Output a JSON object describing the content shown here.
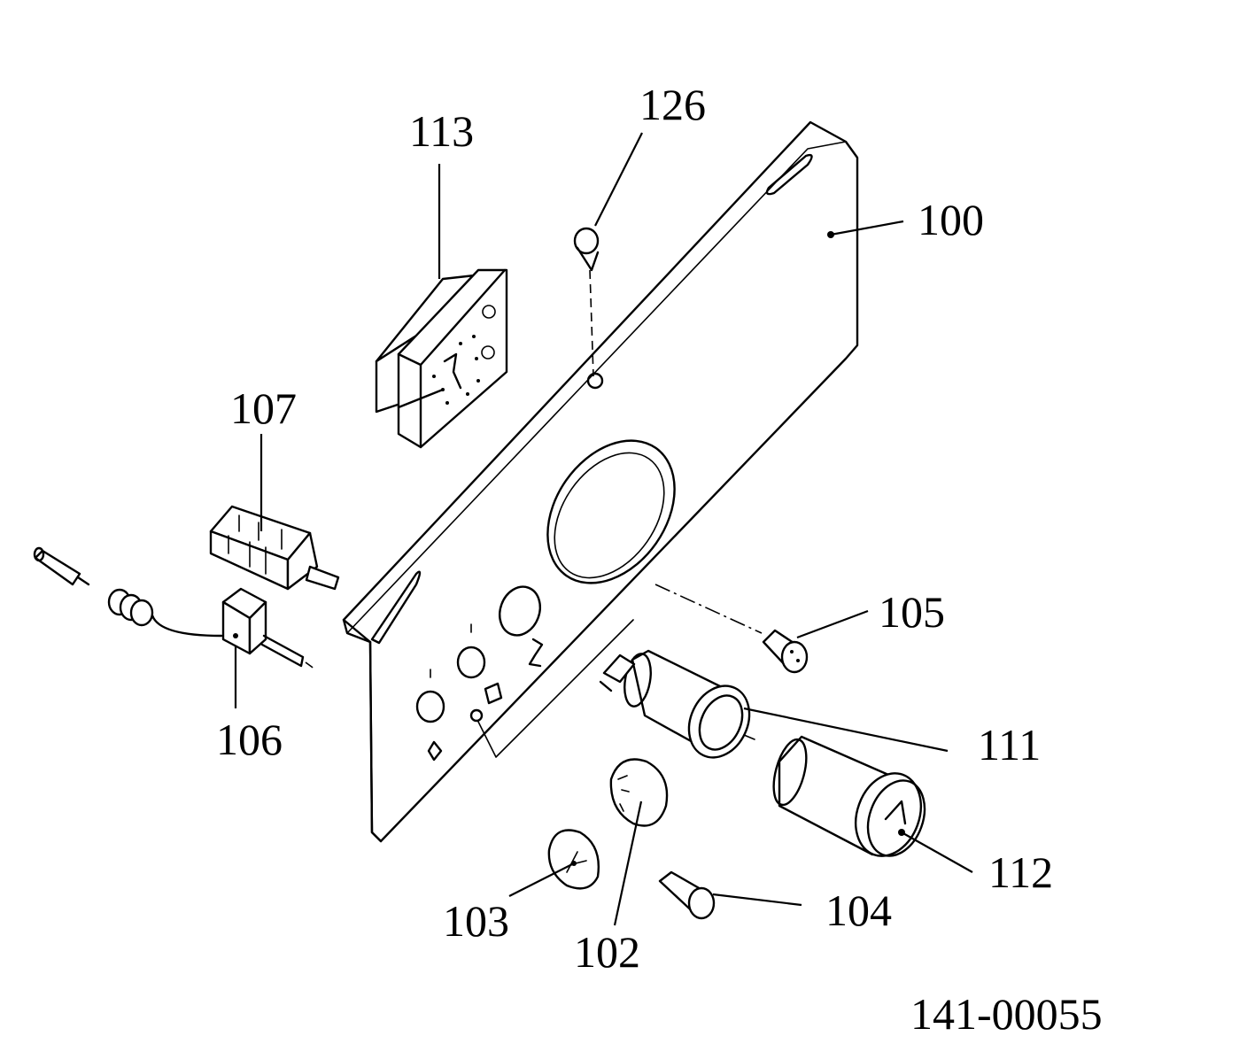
{
  "parts": [
    {
      "id": "p100",
      "label": "100"
    },
    {
      "id": "p102",
      "label": "102"
    },
    {
      "id": "p103",
      "label": "103"
    },
    {
      "id": "p104",
      "label": "104"
    },
    {
      "id": "p105",
      "label": "105"
    },
    {
      "id": "p106",
      "label": "106"
    },
    {
      "id": "p107",
      "label": "107"
    },
    {
      "id": "p111",
      "label": "111"
    },
    {
      "id": "p112",
      "label": "112"
    },
    {
      "id": "p113",
      "label": "113"
    },
    {
      "id": "p126",
      "label": "126"
    }
  ],
  "document_number": "141-00055"
}
